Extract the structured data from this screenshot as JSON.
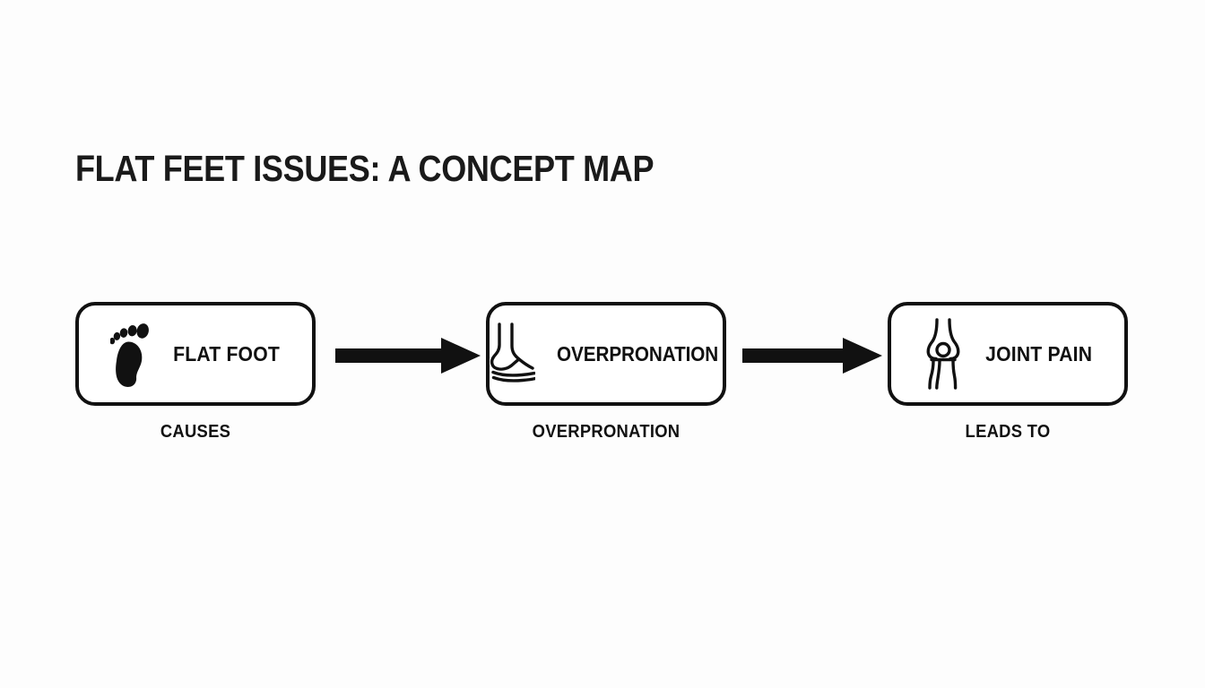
{
  "page": {
    "title": "FLAT FEET ISSUES: A CONCEPT MAP",
    "background_color": "#fdfdfd",
    "ink_color": "#111111"
  },
  "diagram": {
    "type": "concept-map",
    "orientation": "left-to-right",
    "nodes": [
      {
        "id": "flat-foot",
        "label": "FLAT FOOT",
        "icon": "footprint-icon",
        "caption": "CAUSES"
      },
      {
        "id": "overpronation",
        "label": "OVERPRONATION",
        "icon": "ankle-foot-icon",
        "caption": "OVERPRONATION"
      },
      {
        "id": "joint-pain",
        "label": "JOINT PAIN",
        "icon": "knee-joint-icon",
        "caption": "LEADS TO"
      }
    ],
    "connectors": [
      {
        "id": "arrow-1",
        "from": "flat-foot",
        "to": "overpronation",
        "icon": "arrow-right-icon"
      },
      {
        "id": "arrow-2",
        "from": "overpronation",
        "to": "joint-pain",
        "icon": "arrow-right-icon"
      }
    ]
  }
}
